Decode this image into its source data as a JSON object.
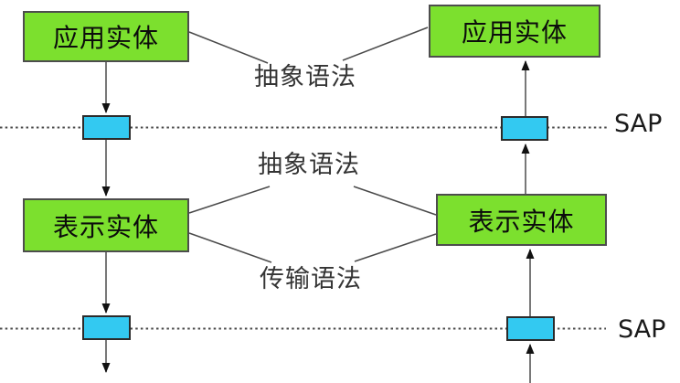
{
  "diagram": {
    "type": "presentation-layer-syntax-diagram",
    "nodes": {
      "app_entity_left": "应用实体",
      "app_entity_right": "应用实体",
      "pres_entity_left": "表示实体",
      "pres_entity_right": "表示实体"
    },
    "edge_labels": {
      "abstract_syntax_top": "抽象语法",
      "abstract_syntax_mid": "抽象语法",
      "transfer_syntax": "传输语法"
    },
    "boundary_labels": {
      "sap_top": "SAP",
      "sap_bottom": "SAP"
    },
    "colors": {
      "canvas_bg": "#ffffff",
      "entity_fill": "#7ce02e",
      "entity_border": "#4d4d4d",
      "entity_text": "#0c0c0c",
      "sap_fill": "#33c9f1",
      "sap_border": "#2b2b2b",
      "line_color": "#4a4a4a",
      "label_text": "#343434",
      "sap_text": "#1a1a1a",
      "arrow_color": "#111111"
    }
  }
}
